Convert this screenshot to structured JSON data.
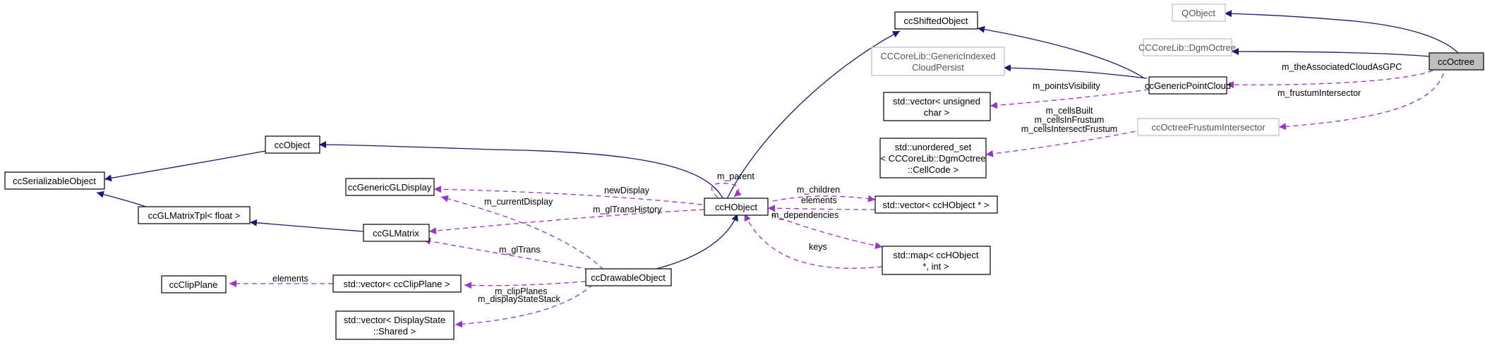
{
  "diagram": {
    "colors": {
      "inheritance": "#191970",
      "usage": "#9a32cd",
      "highlight_fill": "#bfbfbf",
      "external_border": "#bfbfbf"
    },
    "nodes": {
      "qobject": "QObject",
      "dgmoctree": "CCCoreLib::DgmOctree",
      "ccoctree": "ccOctree",
      "ccshifted": "ccShiftedObject",
      "genericindexed": [
        "CCCoreLib::GenericIndexed",
        "CloudPersist"
      ],
      "genericpointcloud": "ccGenericPointCloud",
      "vector_uchar": [
        "std::vector< unsigned",
        "char >"
      ],
      "frustum": "ccOctreeFrustumIntersector",
      "unordered_set": [
        "std::unordered_set",
        "< CCCoreLib::DgmOctree",
        "::CellCode >"
      ],
      "ccobject": "ccObject",
      "serializable": "ccSerializableObject",
      "glmatrixtpl": "ccGLMatrixTpl< float >",
      "genericgldisplay": "ccGenericGLDisplay",
      "glmatrix": "ccGLMatrix",
      "hobject": "ccHObject",
      "vector_hobject": "std::vector< ccHObject * >",
      "map_hobject": [
        "std::map< ccHObject",
        "*, int >"
      ],
      "clipplane": "ccClipPlane",
      "vector_clipplane": "std::vector< ccClipPlane >",
      "drawable": "ccDrawableObject",
      "vector_display": [
        "std::vector< DisplayState",
        "::Shared >"
      ]
    },
    "edge_labels": {
      "associated_cloud": "m_theAssociatedCloudAsGPC",
      "points_visibility": "m_pointsVisibility",
      "frustum_intersector": "m_frustumIntersector",
      "cells": [
        "m_cellsBuilt",
        "m_cellsInFrustum",
        "m_cellsIntersectFrustum"
      ],
      "parent": "m_parent",
      "children": "m_children",
      "elements_hobject": "elements",
      "dependencies": "m_dependencies",
      "keys": "keys",
      "new_display": "newDisplay",
      "current_display": "m_currentDisplay",
      "gl_trans_history": "m_glTransHistory",
      "gl_trans": "m_glTrans",
      "elements_clip": "elements",
      "clip_planes": "m_clipPlanes",
      "display_state_stack": "m_displayStateStack"
    }
  }
}
